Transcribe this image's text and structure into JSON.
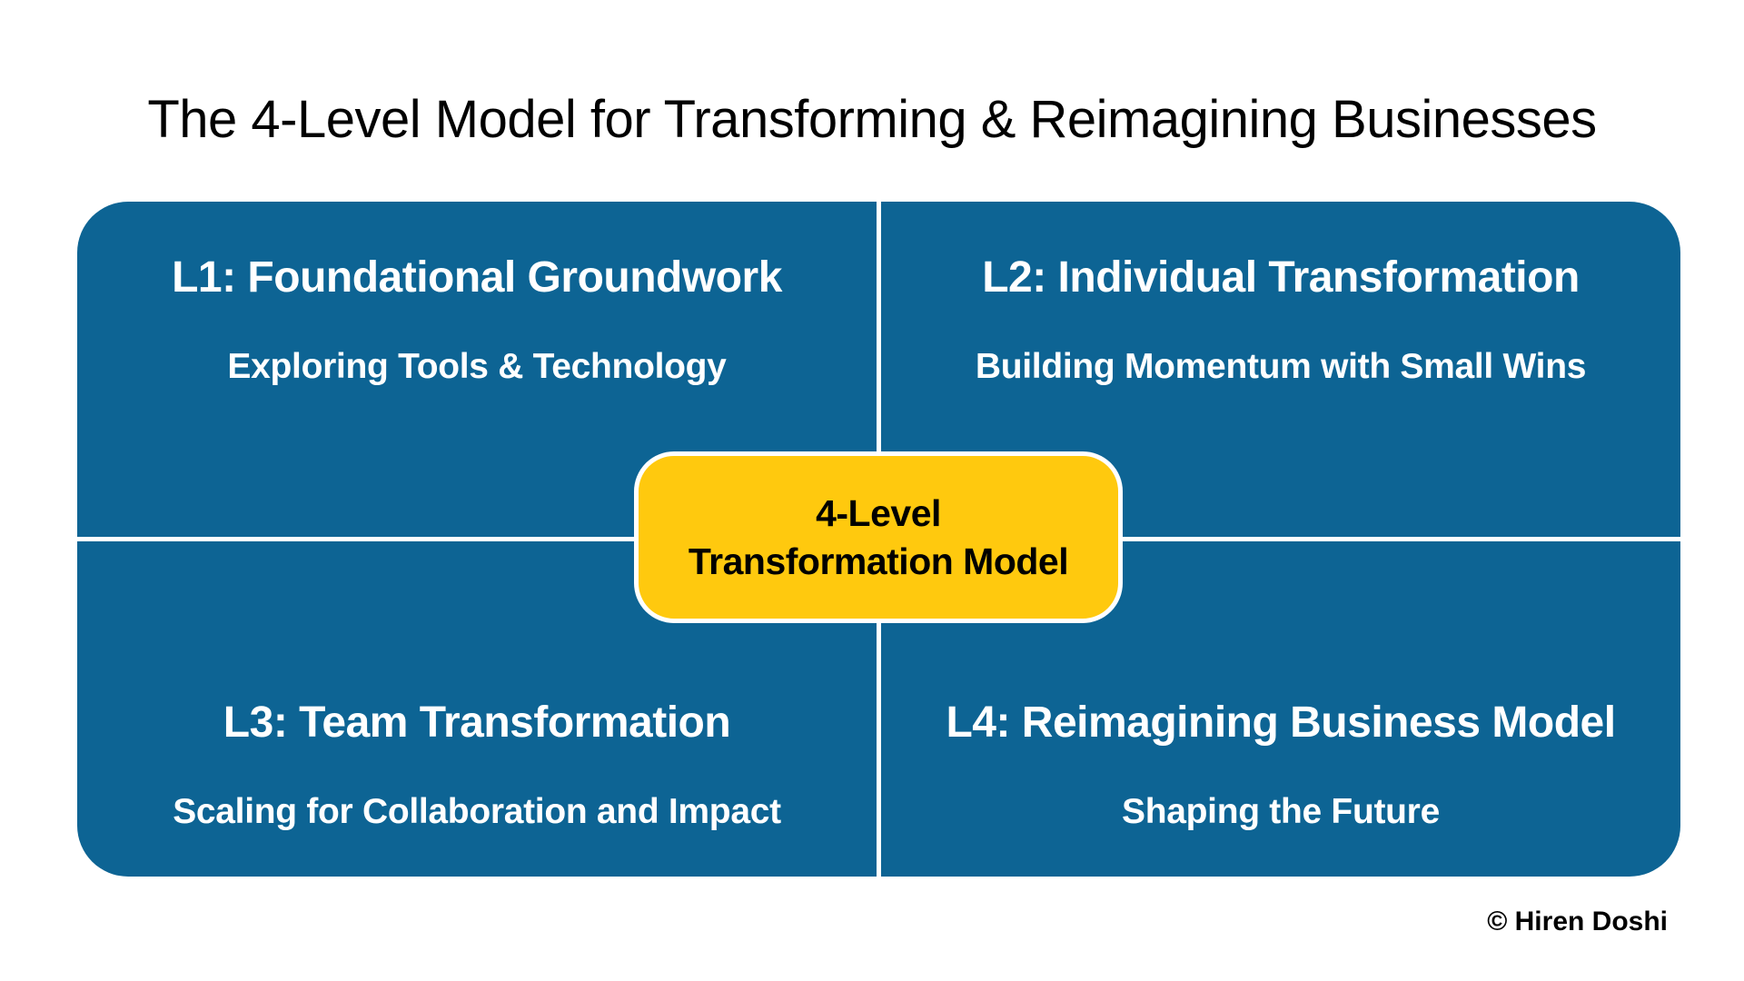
{
  "title": "The 4-Level Model for Transforming & Reimagining Businesses",
  "center_box": {
    "line1": "4-Level",
    "line2": "Transformation Model"
  },
  "quadrants": [
    {
      "id": "L1",
      "heading": "L1: Foundational Groundwork",
      "subtitle": "Exploring Tools & Technology"
    },
    {
      "id": "L2",
      "heading": "L2: Individual Transformation",
      "subtitle": "Building Momentum with Small Wins"
    },
    {
      "id": "L3",
      "heading": "L3: Team Transformation",
      "subtitle": "Scaling for Collaboration and Impact"
    },
    {
      "id": "L4",
      "heading": "L4: Reimagining Business Model",
      "subtitle": "Shaping the Future"
    }
  ],
  "credit": "© Hiren Doshi",
  "colors": {
    "quadrant_blue": "#0d6494",
    "center_yellow": "#ffc90e",
    "background": "#ffffff",
    "text_dark": "#000000",
    "text_light": "#ffffff"
  }
}
